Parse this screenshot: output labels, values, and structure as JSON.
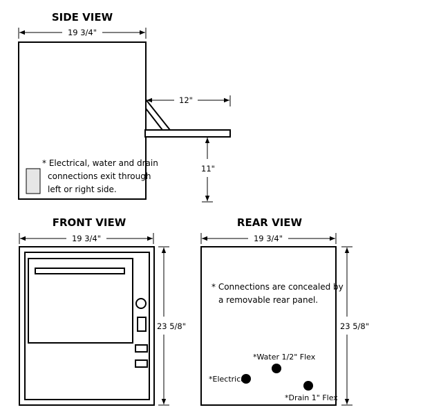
{
  "side_view": {
    "title": "SIDE VIEW",
    "width_label": "19 3/4\"",
    "depth_label": "12\"",
    "height_label": "11\"",
    "note_lines": [
      "* Electrical, water and drain",
      "connections exit through",
      "left or right side."
    ]
  },
  "front_view": {
    "title": "FRONT VIEW",
    "width_label": "19 3/4\"",
    "height_label": "23 5/8\""
  },
  "rear_view": {
    "title": "REAR VIEW",
    "width_label": "19 3/4\"",
    "height_label": "23 5/8\"",
    "note_lines": [
      "* Connections are concealed by",
      "a removable rear panel."
    ],
    "connections": {
      "water": "*Water 1/2\" Flex",
      "electrical": "*Electrical",
      "drain": "*Drain 1\" Flex"
    }
  }
}
